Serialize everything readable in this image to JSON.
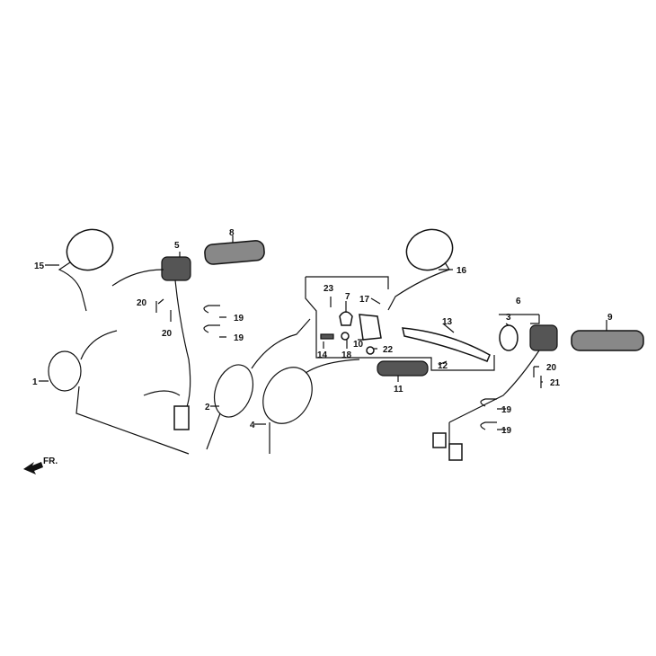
{
  "diagram": {
    "labels": {
      "l1": "1",
      "l2": "2",
      "l3": "3",
      "l4": "4",
      "l5": "5",
      "l6": "6",
      "l7": "7",
      "l8": "8",
      "l9": "9",
      "l10": "10",
      "l11": "11",
      "l12": "12",
      "l13": "13",
      "l14": "14",
      "l15": "15",
      "l16": "16",
      "l17": "17",
      "l18": "18",
      "l19a": "19",
      "l19b": "19",
      "l19c": "19",
      "l19d": "19",
      "l20a": "20",
      "l20b": "20",
      "l20c": "20",
      "l21": "21",
      "l22": "22",
      "l23": "23"
    },
    "direction_marker": "FR."
  }
}
